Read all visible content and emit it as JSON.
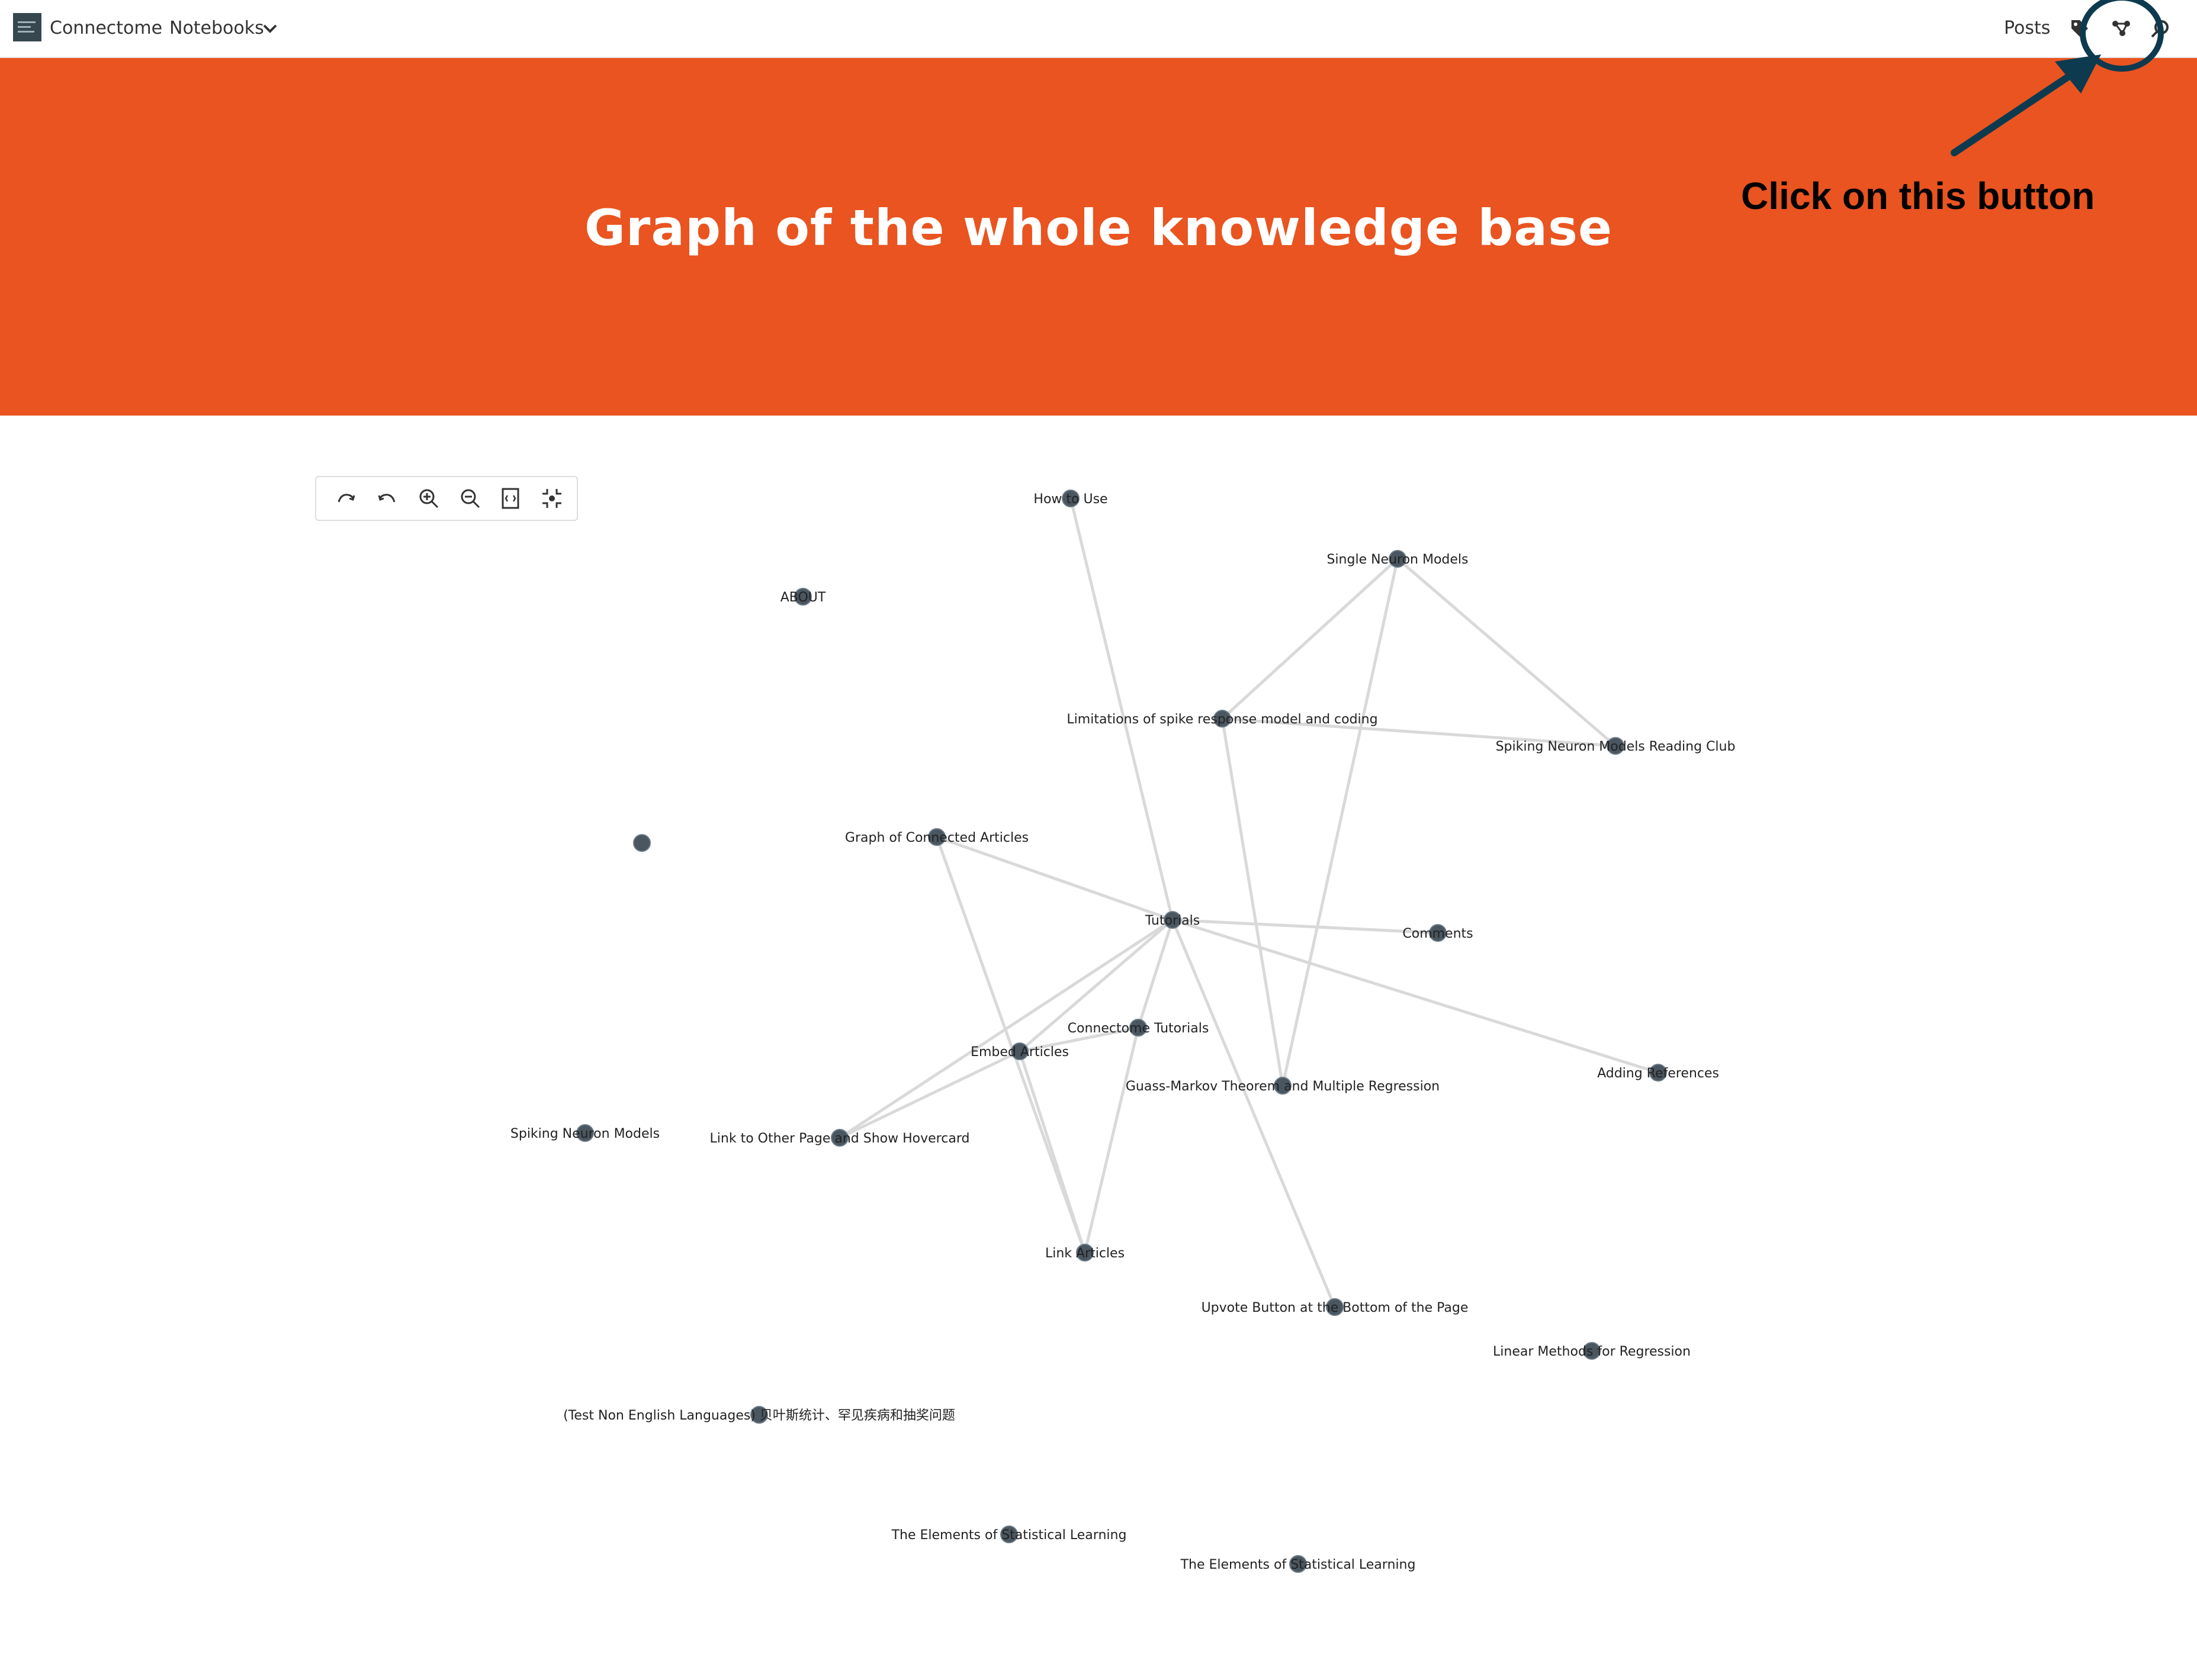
{
  "navbar": {
    "brand": "Connectome",
    "notebooks_label": "Notebooks",
    "posts_label": "Posts",
    "icons": [
      "tag-icon",
      "graph-icon",
      "search-icon"
    ]
  },
  "hero": {
    "title": "Graph of the whole knowledge base",
    "color": "#e95420"
  },
  "annotation": {
    "text": "Click on this button",
    "color": "#0d3a4f"
  },
  "toolbar": {
    "buttons": [
      "redo-icon",
      "undo-icon",
      "zoom-in-icon",
      "zoom-out-icon",
      "fit-page-icon",
      "center-icon"
    ]
  },
  "graph": {
    "node_color": "#4a5660",
    "edge_color": "#d9d9d9",
    "nodes": [
      {
        "id": "how-to-use",
        "label": "How to Use"
      },
      {
        "id": "single-neuron-models",
        "label": "Single Neuron Models"
      },
      {
        "id": "about",
        "label": "ABOUT"
      },
      {
        "id": "limitations",
        "label": "Limitations of spike response model and coding"
      },
      {
        "id": "spiking-reading-club",
        "label": "Spiking Neuron Models Reading Club"
      },
      {
        "id": "unlabeled",
        "label": ""
      },
      {
        "id": "graph-connected",
        "label": "Graph of Connected Articles"
      },
      {
        "id": "tutorials",
        "label": "Tutorials"
      },
      {
        "id": "comments",
        "label": "Comments"
      },
      {
        "id": "connectome-tutorials",
        "label": "Connectome Tutorials"
      },
      {
        "id": "embed-articles",
        "label": "Embed Articles"
      },
      {
        "id": "guass-markov",
        "label": "Guass-Markov Theorem and Multiple Regression"
      },
      {
        "id": "adding-references",
        "label": "Adding References"
      },
      {
        "id": "spiking-neuron-models",
        "label": "Spiking Neuron Models"
      },
      {
        "id": "link-other-page",
        "label": "Link to Other Page and Show Hovercard"
      },
      {
        "id": "link-articles",
        "label": "Link Articles"
      },
      {
        "id": "upvote-button",
        "label": "Upvote Button at the Bottom of the Page"
      },
      {
        "id": "linear-methods",
        "label": "Linear Methods for Regression"
      },
      {
        "id": "test-non-english",
        "label": "(Test Non English Languages) 贝叶斯统计、罕见疾病和抽奖问题"
      },
      {
        "id": "elements-1",
        "label": "The Elements of Statistical Learning"
      },
      {
        "id": "elements-2",
        "label": "The Elements of Statistical Learning"
      }
    ],
    "edges": [
      [
        "how-to-use",
        "tutorials"
      ],
      [
        "single-neuron-models",
        "limitations"
      ],
      [
        "single-neuron-models",
        "spiking-reading-club"
      ],
      [
        "single-neuron-models",
        "guass-markov"
      ],
      [
        "limitations",
        "spiking-reading-club"
      ],
      [
        "limitations",
        "guass-markov"
      ],
      [
        "graph-connected",
        "tutorials"
      ],
      [
        "graph-connected",
        "link-articles"
      ],
      [
        "tutorials",
        "comments"
      ],
      [
        "tutorials",
        "adding-references"
      ],
      [
        "tutorials",
        "embed-articles"
      ],
      [
        "tutorials",
        "connectome-tutorials"
      ],
      [
        "tutorials",
        "upvote-button"
      ],
      [
        "tutorials",
        "link-other-page"
      ],
      [
        "connectome-tutorials",
        "embed-articles"
      ],
      [
        "connectome-tutorials",
        "link-articles"
      ],
      [
        "embed-articles",
        "link-other-page"
      ],
      [
        "embed-articles",
        "link-articles"
      ]
    ]
  }
}
